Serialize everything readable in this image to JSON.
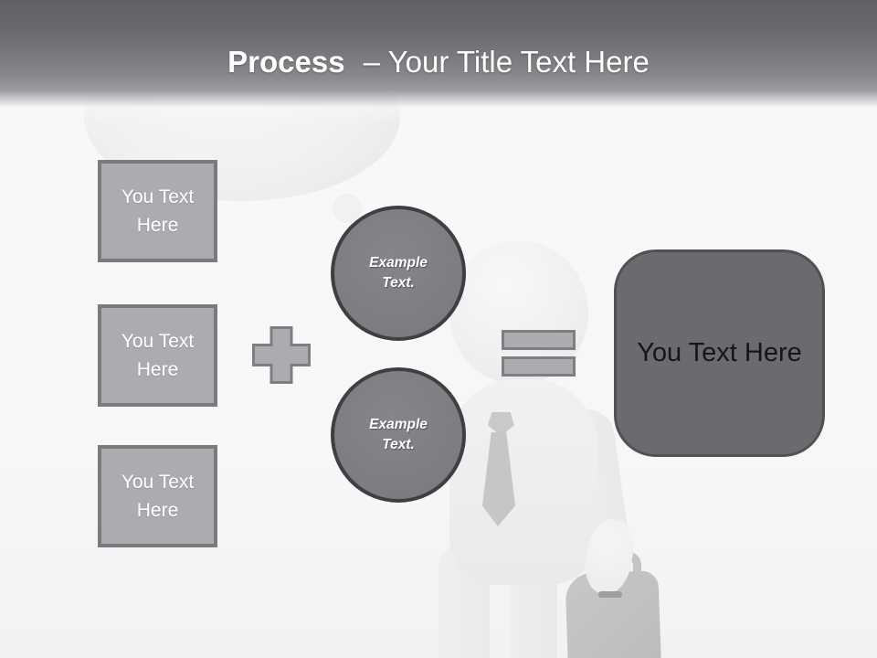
{
  "slide": {
    "header": {
      "title_bold": "Process",
      "title_rest": "– Your Title Text Here"
    },
    "input_boxes": [
      {
        "label": "You Text Here"
      },
      {
        "label": "You Text Here"
      },
      {
        "label": "You Text Here"
      }
    ],
    "example_circles": [
      {
        "line1": "Example",
        "line2": "Text."
      },
      {
        "line1": "Example",
        "line2": "Text."
      }
    ],
    "result_box": {
      "label": "You Text Here"
    },
    "colors": {
      "header_top": "#606064",
      "header_mid": "#9a9a9e",
      "box_fill": "#acacb0",
      "box_border": "#7b7b7f",
      "operator_fill": "#acacb0",
      "operator_border": "#7f7f83",
      "circle_fill": "#7d7d81",
      "circle_border": "#3f3f43",
      "result_fill": "#6b6b6f",
      "result_border": "#515155",
      "title_text": "#ffffff",
      "box_text": "#ffffff",
      "circle_text": "#ffffff",
      "result_text": "#161616"
    }
  }
}
